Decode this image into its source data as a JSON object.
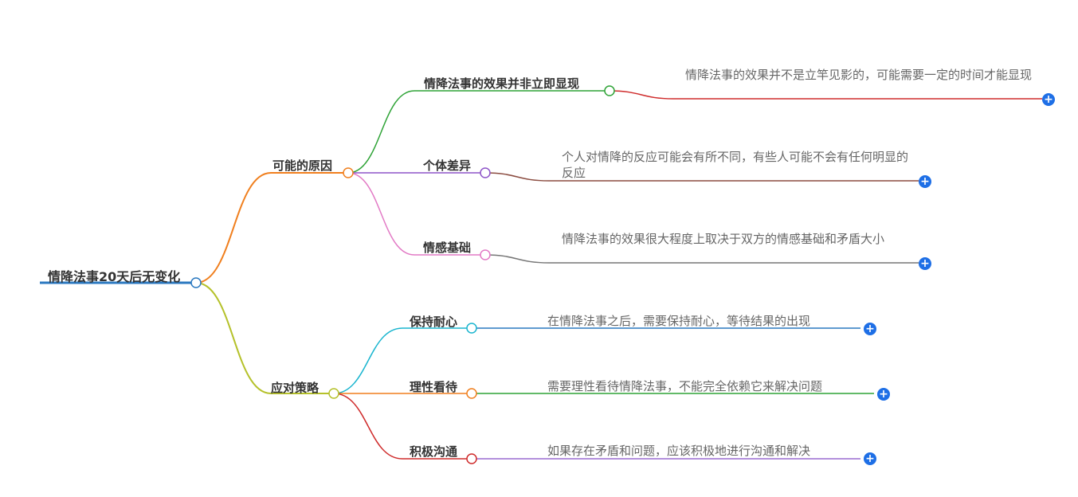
{
  "root": {
    "label": "情降法事20天后无变化"
  },
  "branches": [
    {
      "label": "可能的原因",
      "children": [
        {
          "label": "情降法事的效果并非立即显现",
          "detail": "情降法事的效果并不是立竿见影的，可能需要一定的时间才能显现"
        },
        {
          "label": "个体差异",
          "detail": "个人对情降的反应可能会有所不同，有些人可能不会有任何明显的反应"
        },
        {
          "label": "情感基础",
          "detail": "情降法事的效果很大程度上取决于双方的情感基础和矛盾大小"
        }
      ]
    },
    {
      "label": "应对策略",
      "children": [
        {
          "label": "保持耐心",
          "detail": "在情降法事之后，需要保持耐心，等待结果的出现"
        },
        {
          "label": "理性看待",
          "detail": "需要理性看待情降法事，不能完全依赖它来解决问题"
        },
        {
          "label": "积极沟通",
          "detail": "如果存在矛盾和问题，应该积极地进行沟通和解决"
        }
      ]
    }
  ],
  "colors": {
    "root": "#2a78c0",
    "branch_reasons": "#f07f1e",
    "branch_strategies": "#b5c12a",
    "leaf_1": "#2ea336",
    "leaf_2": "#8e55c8",
    "leaf_3": "#e27ac5",
    "leaf_4": "#1ab5cf",
    "leaf_5": "#f07f1e",
    "leaf_6": "#cf2b2b",
    "detail_1": "#cf2b2b",
    "detail_2": "#8b4c40",
    "detail_3": "#777777",
    "detail_4": "#2a78c0",
    "detail_5": "#2ea336",
    "detail_6": "#9a6bd0",
    "plus": "#1e6fe6"
  },
  "icons": {
    "expand": "plus-circle-icon"
  }
}
